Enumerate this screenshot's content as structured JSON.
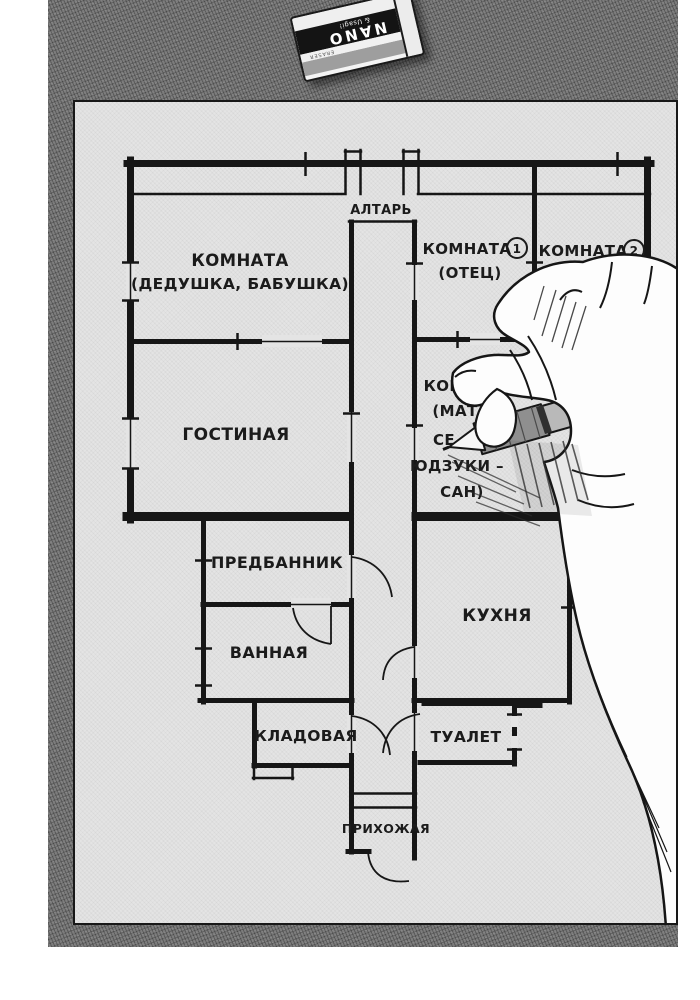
{
  "colors": {
    "ink": "#1b1b1b",
    "frame_texture": "#7d7d7d",
    "panel_paper": "#e4e4e4",
    "pen_grip": "#8f8f8f",
    "pen_barrel": "#b9b9b9",
    "eraser_band": "#141414"
  },
  "eraser": {
    "brand": "NANO",
    "tagline": "& Usagi!",
    "side_text": "ERASER"
  },
  "floorplan": {
    "rooms": {
      "altar": {
        "label": "АЛТАРЬ"
      },
      "grandparents": {
        "line1": "КОМНАТА",
        "line2": "(ДЕДУШКА, БАБУШКА)"
      },
      "room1": {
        "name": "КОМНАТА",
        "num": "1",
        "occupant": "(ОТЕЦ)"
      },
      "room2": {
        "name": "КОМНАТА",
        "num": "2"
      },
      "living": {
        "label": "ГОСТИНАЯ"
      },
      "mother": {
        "line1": "КОМНАТА",
        "line2": "(МАТ",
        "line3": "СЕ",
        "line4": "ЮДЗУКИ –",
        "line5": "САН)"
      },
      "anteroom": {
        "label": "ПРЕДБАННИК"
      },
      "kitchen": {
        "label": "КУХНЯ"
      },
      "bathroom": {
        "label": "ВАННАЯ"
      },
      "storage": {
        "label": "КЛАДОВАЯ"
      },
      "toilet": {
        "label": "ТУАЛЕТ"
      },
      "hallway": {
        "label": "ПРИХОЖАЯ"
      }
    }
  }
}
